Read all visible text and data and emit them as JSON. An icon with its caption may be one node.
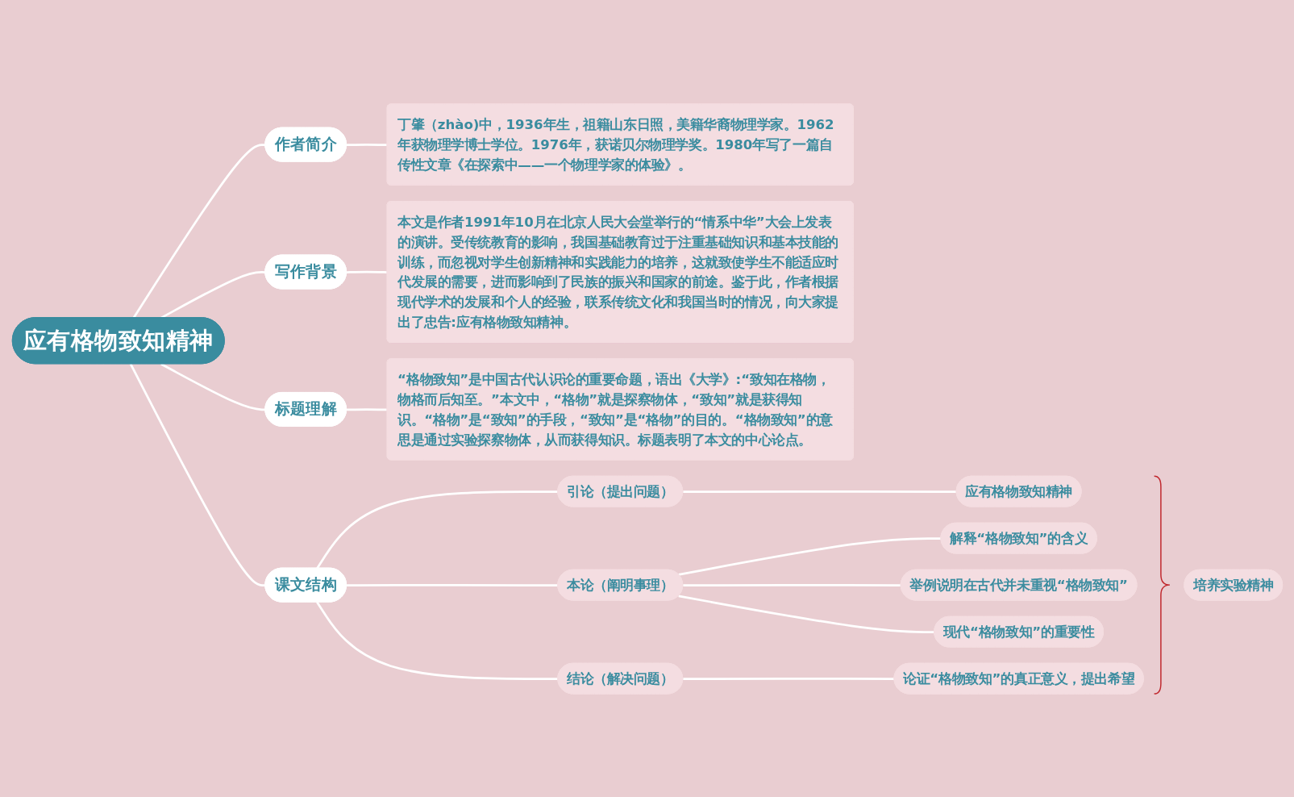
{
  "diagram": {
    "nodes": [
      {
        "text": [
          "应有格物致知精神"
        ]
      },
      {
        "text": [
          "作者简介"
        ]
      },
      {
        "text": [
          "丁肇（zhào)中，1936年生，祖籍山东日照，美籍华裔物理学家。1962年获物理学博士学位。1976年，获诺贝尔物理学奖。1980年写了一篇自传性文章《在探索中——一个物理学家的体验》。"
        ]
      },
      {
        "text": [
          "写作背景"
        ]
      },
      {
        "text": [
          "本文是作者1991年10月在北京人民大会堂举行的“情系中华”大会上发表的演讲。受传统教育的影响，我国基础教育过于注重基础知识和基本技能的训练，而忽视对学生创新精神和实践能力的培养，这就致使学生不能适应时代发展的需要，进而影响到了民族的振兴和国家的前途。鉴于此，作者根据现代学术的发展和个人的经验，联系传统文化和我国当时的情况，向大家提出了忠告:应有格物致知精神。"
        ]
      },
      {
        "text": [
          "标题理解"
        ]
      },
      {
        "text": [
          "“格物致知”是中国古代认识论的重要命题，语出《大学》:“致知在格物，物格而后知至。”本文中，“格物”就是探察物体，“致知”就是获得知识。“格物”是“致知”的手段，“致知”是“格物”的目的。“格物致知”的意思是通过实验探察物体，从而获得知识。标题表明了本文的中心论点。"
        ]
      },
      {
        "text": [
          "课文结构"
        ]
      },
      {
        "text": [
          "引论（提出问题）"
        ]
      },
      {
        "text": [
          "应有格物致知精神"
        ]
      },
      {
        "text": [
          "本论（阐明事理）"
        ]
      },
      {
        "text": [
          "解释“格物致知”的含义"
        ]
      },
      {
        "text": [
          "举例说明在古代并未重视“格物致知”"
        ]
      },
      {
        "text": [
          "现代“格物致知”的重要性"
        ]
      },
      {
        "text": [
          "结论（解决问题）"
        ]
      },
      {
        "text": [
          "论证“格物致知”的真正意义，提出希望"
        ]
      },
      {
        "text": [
          "培养实验精神"
        ]
      }
    ],
    "edges": [
      {
        "from": 0,
        "to": 1,
        "arrow": "none"
      },
      {
        "from": 1,
        "to": 2,
        "arrow": "none"
      },
      {
        "from": 0,
        "to": 3,
        "arrow": "none"
      },
      {
        "from": 3,
        "to": 4,
        "arrow": "none"
      },
      {
        "from": 0,
        "to": 5,
        "arrow": "none"
      },
      {
        "from": 5,
        "to": 6,
        "arrow": "none"
      },
      {
        "from": 0,
        "to": 7,
        "arrow": "none"
      },
      {
        "from": 7,
        "to": 8,
        "arrow": "none"
      },
      {
        "from": 8,
        "to": 9,
        "arrow": "none"
      },
      {
        "from": 7,
        "to": 10,
        "arrow": "none"
      },
      {
        "from": 10,
        "to": 11,
        "arrow": "none"
      },
      {
        "from": 10,
        "to": 12,
        "arrow": "none"
      },
      {
        "from": 10,
        "to": 13,
        "arrow": "none"
      },
      {
        "from": 7,
        "to": 14,
        "arrow": "none"
      },
      {
        "from": 14,
        "to": 15,
        "arrow": "none"
      }
    ]
  }
}
